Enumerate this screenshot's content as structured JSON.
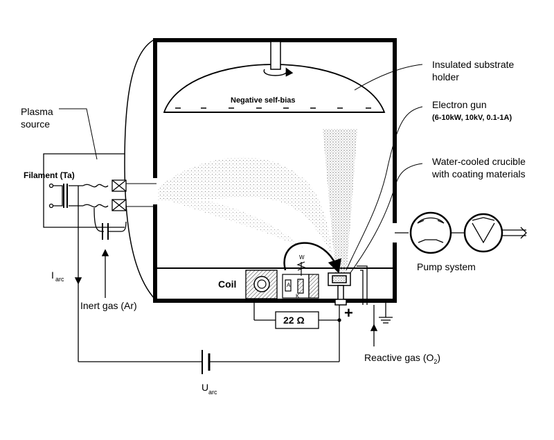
{
  "labels": {
    "plasma_source_line1": "Plasma",
    "plasma_source_line2": "source",
    "filament": "Filament (Ta)",
    "i_arc_main": "I",
    "i_arc_sub": "arc",
    "inert_gas": "Inert gas (Ar)",
    "u_arc_main": "U",
    "u_arc_sub": "arc",
    "negative_self_bias": "Negative self-bias",
    "substrate_holder_line1": "Insulated substrate",
    "substrate_holder_line2": "holder",
    "electron_gun_line1": "Electron gun",
    "electron_gun_line2": "(6-10kW, 10kV, 0.1-1A)",
    "crucible_line1": "Water-cooled crucible",
    "crucible_line2": "with coating materials",
    "pump_system": "Pump system",
    "coil": "Coil",
    "resistor": "22 Ω",
    "plus_sign": "+",
    "reactive_gas_pre": "Reactive gas (O",
    "reactive_gas_sub": "2",
    "reactive_gas_post": ")",
    "w_marker": "W",
    "a_marker": "A",
    "k_marker": "K"
  }
}
